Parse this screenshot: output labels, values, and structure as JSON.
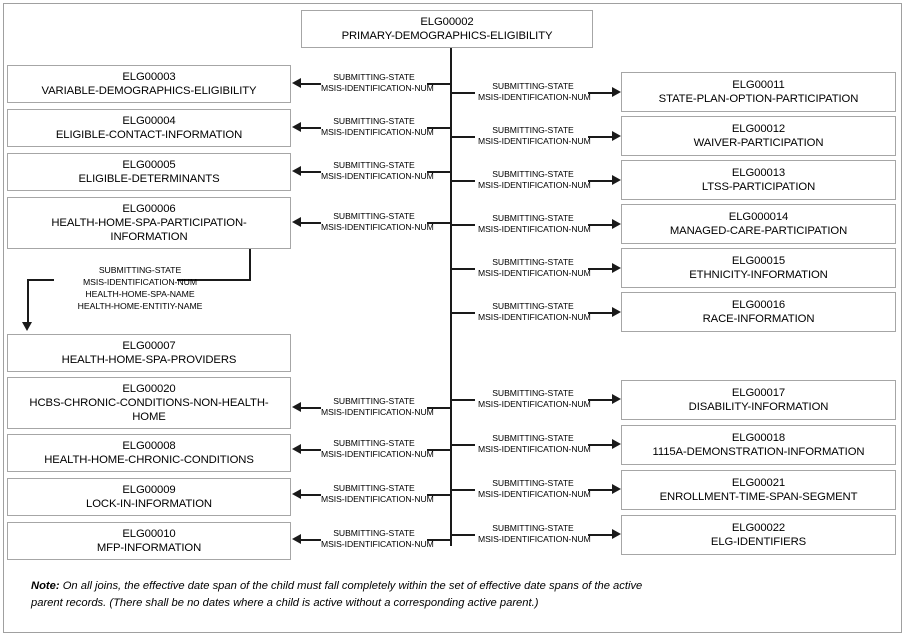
{
  "diagram": {
    "title": "ELG00002 PRIMARY-DEMOGRAPHICS-ELIGIBILITY relationships",
    "root": {
      "id": "ELG00002",
      "name": "PRIMARY-DEMOGRAPHICS-ELIGIBILITY"
    },
    "left_entities": [
      {
        "id": "ELG00003",
        "name": "VARIABLE-DEMOGRAPHICS-ELIGIBILITY"
      },
      {
        "id": "ELG00004",
        "name": "ELIGIBLE-CONTACT-INFORMATION"
      },
      {
        "id": "ELG00005",
        "name": "ELIGIBLE-DETERMINANTS"
      },
      {
        "id": "ELG00006",
        "name": "HEALTH-HOME-SPA-PARTICIPATION-INFORMATION"
      },
      {
        "id": "ELG00007",
        "name": "HEALTH-HOME-SPA-PROVIDERS"
      },
      {
        "id": "ELG00020",
        "name": "HCBS-CHRONIC-CONDITIONS-NON-HEALTH-HOME"
      },
      {
        "id": "ELG00008",
        "name": "HEALTH-HOME-CHRONIC-CONDITIONS"
      },
      {
        "id": "ELG00009",
        "name": "LOCK-IN-INFORMATION"
      },
      {
        "id": "ELG00010",
        "name": "MFP-INFORMATION"
      }
    ],
    "right_entities": [
      {
        "id": "ELG00011",
        "name": "STATE-PLAN-OPTION-PARTICIPATION"
      },
      {
        "id": "ELG00012",
        "name": "WAIVER-PARTICIPATION"
      },
      {
        "id": "ELG00013",
        "name": "LTSS-PARTICIPATION"
      },
      {
        "id": "ELG000014",
        "name": "MANAGED-CARE-PARTICIPATION"
      },
      {
        "id": "ELG00015",
        "name": "ETHNICITY-INFORMATION"
      },
      {
        "id": "ELG00016",
        "name": "RACE-INFORMATION"
      },
      {
        "id": "ELG00017",
        "name": "DISABILITY-INFORMATION"
      },
      {
        "id": "ELG00018",
        "name": "1115A-DEMONSTRATION-INFORMATION"
      },
      {
        "id": "ELG00021",
        "name": "ENROLLMENT-TIME-SPAN-SEGMENT"
      },
      {
        "id": "ELG00022",
        "name": "ELG-IDENTIFIERS"
      }
    ],
    "join_key": {
      "line1": "SUBMITTING-STATE",
      "line2": "MSIS-IDENTIFICATION-NUM"
    },
    "health_home_join_key": {
      "line1": "SUBMITTING-STATE",
      "line2": "MSIS-IDENTIFICATION-NUM",
      "line3": "HEALTH-HOME-SPA-NAME",
      "line4": "HEALTH-HOME-ENTITIY-NAME"
    },
    "note": {
      "label": "Note:",
      "text": " On all joins, the effective date span of the child must fall completely within the set of effective date spans of the active parent records. (There shall be no dates where a child is active without a corresponding active parent.)"
    },
    "colors": {
      "box_border": "#a6a6a6",
      "line": "#1a1a1a",
      "frame": "#a0a0a0",
      "background": "#ffffff"
    }
  }
}
